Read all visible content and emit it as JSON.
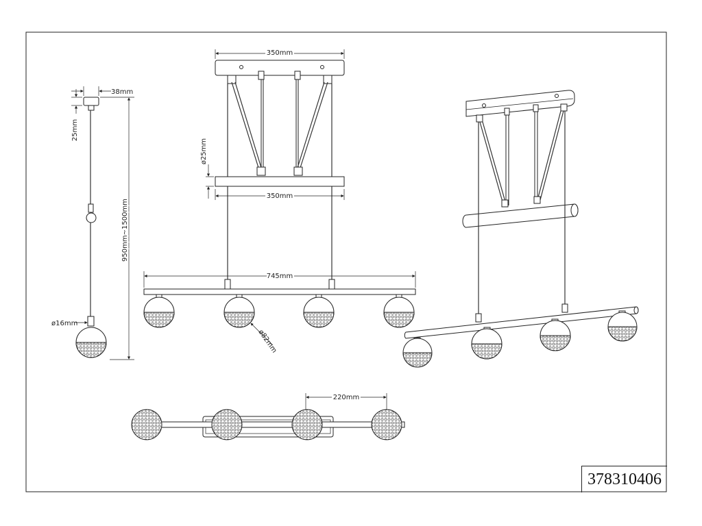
{
  "product_code": "378310406",
  "dimensions": {
    "canopy_width": "350mm",
    "bar_width": "350mm",
    "tube_diameter": "ø25mm",
    "lamp_bar_length": "745mm",
    "globe_diameter": "ø82mm",
    "canopy_depth": "38mm",
    "canopy_height": "25mm",
    "overall_height": "950mm~1500mm",
    "cable_diameter": "ø16mm",
    "globe_spacing": "220mm"
  },
  "views": [
    "front-view",
    "side-view",
    "perspective-view",
    "top-view"
  ],
  "colors": {
    "line": "#222222",
    "background": "#ffffff"
  }
}
